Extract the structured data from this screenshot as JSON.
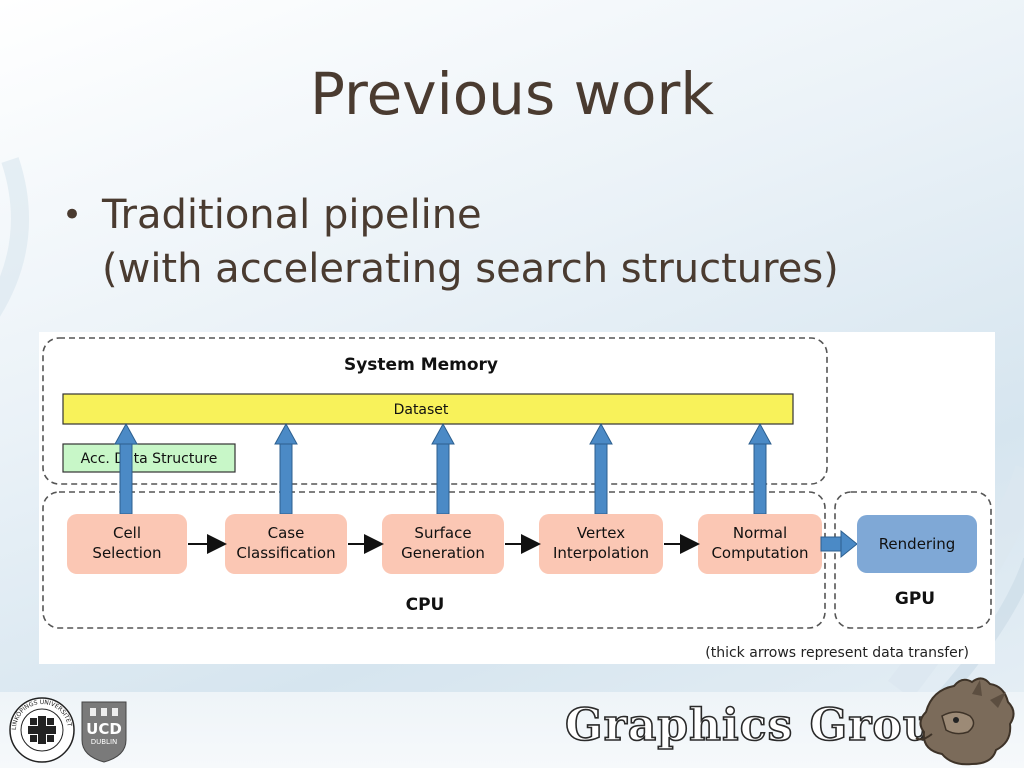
{
  "slide": {
    "title": "Previous work",
    "bullet_line1": "Traditional pipeline",
    "bullet_line2": "(with accelerating search structures)"
  },
  "diagram": {
    "system_memory": "System Memory",
    "dataset": "Dataset",
    "acc_structure": "Acc. Data Structure",
    "stages": [
      {
        "line1": "Cell",
        "line2": "Selection"
      },
      {
        "line1": "Case",
        "line2": "Classification"
      },
      {
        "line1": "Surface",
        "line2": "Generation"
      },
      {
        "line1": "Vertex",
        "line2": "Interpolation"
      },
      {
        "line1": "Normal",
        "line2": "Computation"
      }
    ],
    "rendering": "Rendering",
    "cpu": "CPU",
    "gpu": "GPU",
    "note": "(thick arrows represent data transfer)",
    "colors": {
      "dataset": "#f8f25a",
      "acc": "#c8f7c8",
      "stage": "#fbc7b4",
      "rendering": "#7fa8d6",
      "arrow": "#4b8ac6"
    }
  },
  "footer": {
    "liu_seal_text": "LINKÖPINGS UNIVERSITET",
    "ucd_text": "UCD",
    "ucd_sub": "DUBLIN",
    "brand": "Graphics Group"
  }
}
